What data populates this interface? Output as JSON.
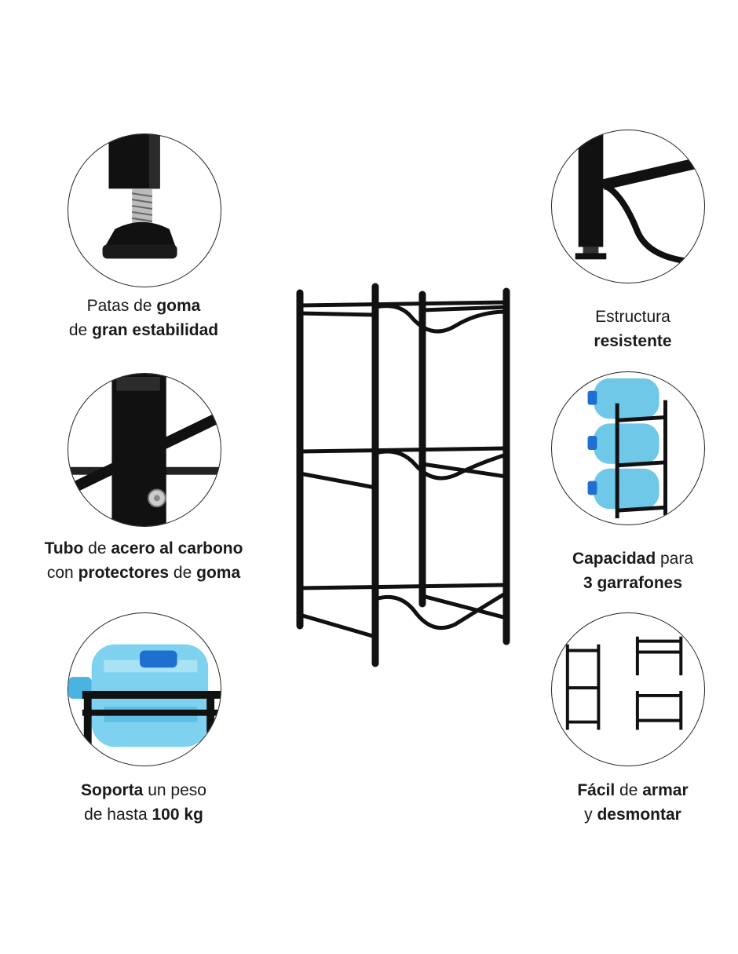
{
  "colors": {
    "metal": "#111111",
    "water": "#6fc8e8",
    "water_dark": "#2a8fc4",
    "cap": "#1f6fd1"
  },
  "features": [
    {
      "name": "feet",
      "icon": "adjustable-foot-icon",
      "line1": [
        "Patas de ",
        "goma"
      ],
      "line2": [
        "de ",
        "gran estabilidad"
      ]
    },
    {
      "name": "tube",
      "icon": "steel-tube-icon",
      "line1": [
        "Tubo",
        " de ",
        "acero al carbono"
      ],
      "line2": [
        "con ",
        "protectores",
        " de ",
        "goma"
      ]
    },
    {
      "name": "weight",
      "icon": "water-bottle-icon",
      "line1": [
        "Soporta",
        " un peso"
      ],
      "line2": [
        "de hasta ",
        "100 kg"
      ]
    },
    {
      "name": "structure",
      "icon": "frame-corner-icon",
      "line1": [
        "Estructura"
      ],
      "line2": [
        "resistente"
      ]
    },
    {
      "name": "capacity",
      "icon": "three-bottles-icon",
      "line1": [
        "Capacidad",
        " para"
      ],
      "line2": [
        "3 garrafones"
      ]
    },
    {
      "name": "assembly",
      "icon": "modular-frames-icon",
      "line1": [
        "Fácil",
        " de ",
        "armar"
      ],
      "line2": [
        "y ",
        "desmontar"
      ]
    }
  ]
}
